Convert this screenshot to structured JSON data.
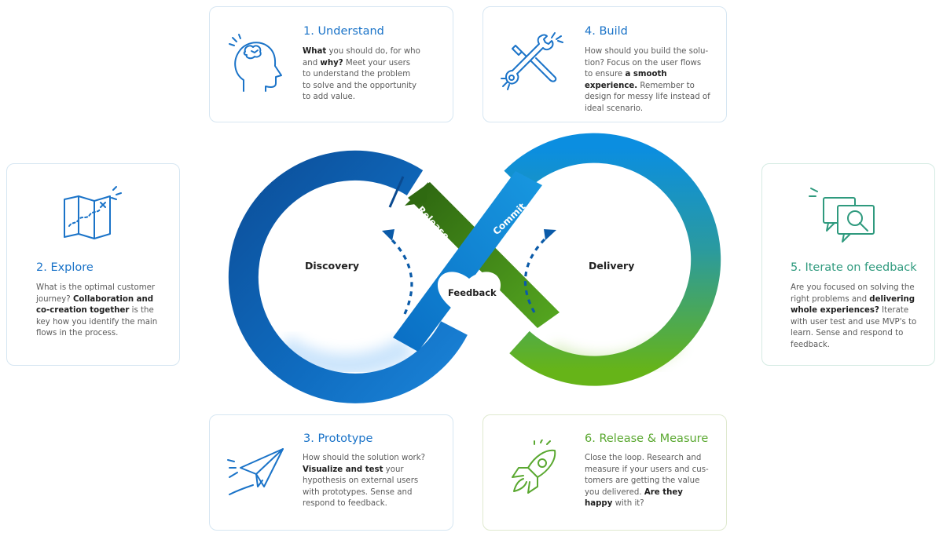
{
  "diagram": {
    "left_loop_label": "Discovery",
    "right_loop_label": "Delivery",
    "release_label": "Release",
    "commit_label": "Commit",
    "feedback_label": "Feedback",
    "colors": {
      "blue_dark": "#0a5aa8",
      "blue": "#1a86d8",
      "green": "#5fae22",
      "teal": "#2b9b8c",
      "olive": "#3f7a14"
    }
  },
  "cards": {
    "understand": {
      "title": "1. Understand",
      "t1": "What",
      "t2": " you should do, for who and ",
      "t3": "why?",
      "t4": " Meet your users to understand the problem to solve and the opportunity to add value.",
      "icon": "head-brain-icon"
    },
    "explore": {
      "title": "2. Explore",
      "t1": "What is the optimal customer journey? ",
      "t2": "Collaboration and co-creation together",
      "t3": " is the key how you identify the main flows in the process.",
      "icon": "map-icon"
    },
    "prototype": {
      "title": "3. Prototype",
      "t1": "How should the solution work? ",
      "t2": "Visualize and test",
      "t3": " your hypothesis on external users with prototypes. Sense and respond to feedback.",
      "icon": "paper-plane-icon"
    },
    "build": {
      "title": "4. Build",
      "t1": "How should you build the solu-tion? Focus on the user flows to ensure ",
      "t2": "a smooth experience.",
      "t3": " Remember to design for messy life instead of ideal scenario.",
      "icon": "tools-icon"
    },
    "iterate": {
      "title": "5. Iterate on feedback",
      "t1": "Are you focused on solving the right problems and ",
      "t2": "delivering whole experiences?",
      "t3": " Iterate with user test and use MVP's to learn. Sense and respond to feedback.",
      "icon": "chat-search-icon"
    },
    "release": {
      "title": "6. Release & Measure",
      "t1": "Close the loop. Research and measure if your users and cus-tomers are getting the value you delivered. ",
      "t2": "Are they happy",
      "t3": " with it?",
      "icon": "rocket-icon"
    }
  }
}
